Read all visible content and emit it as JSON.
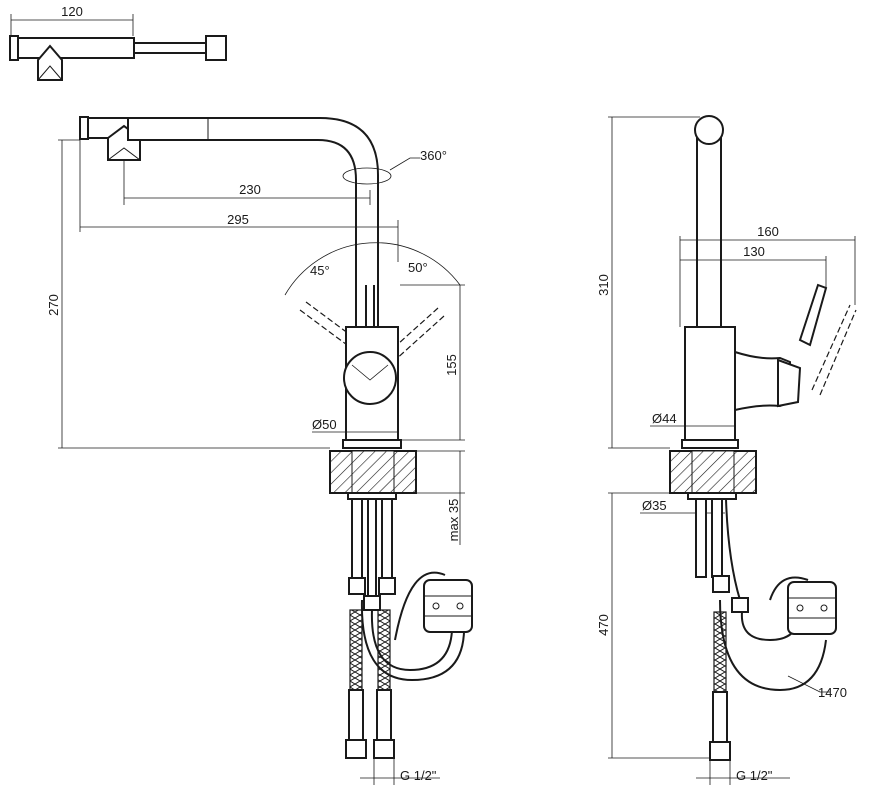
{
  "drawing": {
    "top_view": {
      "width_label": "120"
    },
    "front_view": {
      "rotation_label": "360°",
      "spout_reach_label": "230",
      "overall_reach_label": "295",
      "height_label": "270",
      "lever_left_angle_label": "45°",
      "lever_right_angle_label": "50°",
      "body_height_label": "155",
      "body_diameter_label": "Ø50",
      "max_thickness_label": "max 35",
      "connection_label": "G 1/2\""
    },
    "side_view": {
      "spout_height_label": "310",
      "lever_reach_label": "160",
      "lever_reach_inner_label": "130",
      "body_diameter_label": "Ø44",
      "shank_diameter_label": "Ø35",
      "hose_length_label": "470",
      "pullout_hose_label": "1470",
      "connection_label": "G 1/2\""
    }
  }
}
